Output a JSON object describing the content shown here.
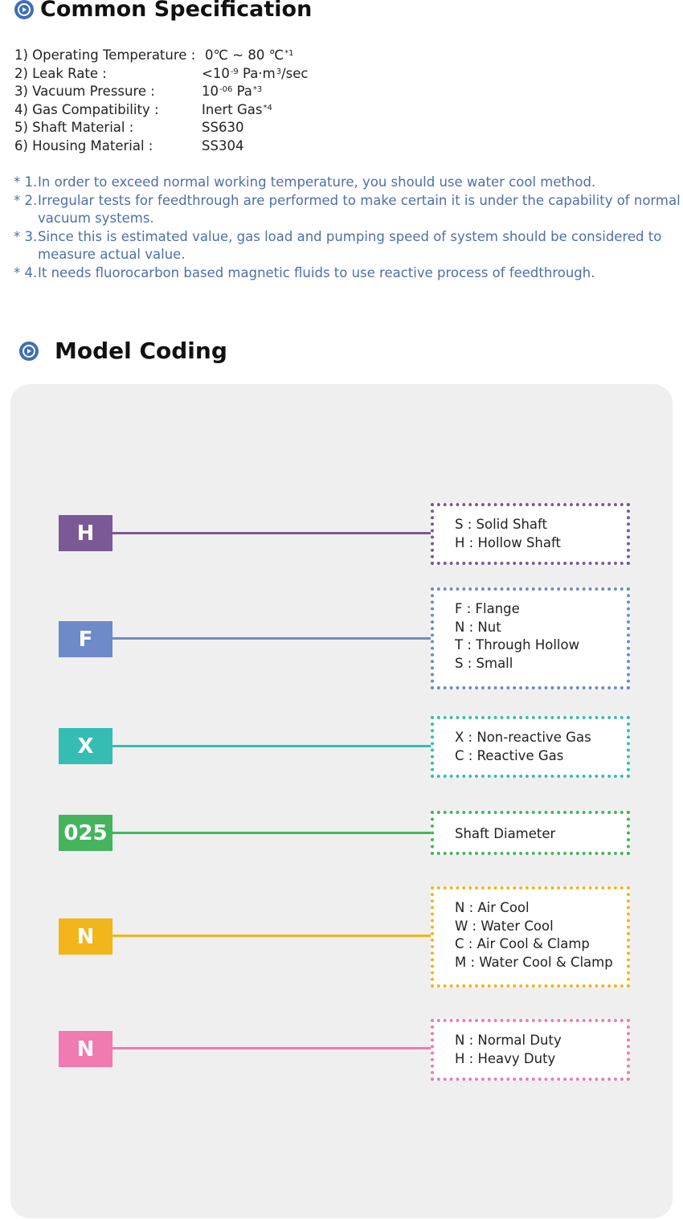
{
  "common_spec": {
    "title": "Common Specification",
    "items": [
      {
        "label": "1) Operating Temperature :",
        "value": "0℃ ~ 80 ℃",
        "sup": "*1"
      },
      {
        "label": "2) Leak Rate :",
        "value_pre": "<10",
        "value_sup": "-9",
        "value_post": " Pa·m",
        "value_sup2": "3",
        "value_end": "/sec"
      },
      {
        "label": "3) Vacuum Pressure :",
        "value_pre": "10",
        "value_sup": "-06",
        "value_post": " Pa",
        "sup": "*3"
      },
      {
        "label": "4) Gas Compatibility :",
        "value": "Inert Gas",
        "sup": "*4"
      },
      {
        "label": "5) Shaft Material :",
        "value": "SS630"
      },
      {
        "label": "6) Housing Material :",
        "value": "SS304"
      }
    ],
    "notes": [
      {
        "mark": "* 1.",
        "text": "In order to exceed normal working temperature, you should use water cool method."
      },
      {
        "mark": "* 2.",
        "text": "Irregular tests for feedthrough are performed to make certain it is under the capability of normal vacuum systems."
      },
      {
        "mark": "* 3.",
        "text": "Since this is estimated value, gas load and pumping speed of system should be considered to measure actual value."
      },
      {
        "mark": "* 4.",
        "text": "It needs fluorocarbon based magnetic fluids to use reactive process of feedthrough."
      }
    ]
  },
  "model_coding": {
    "title": "Model Coding",
    "codes": [
      {
        "code": "H",
        "color": "#7a5996",
        "options": [
          "S : Solid Shaft",
          "H : Hollow Shaft"
        ]
      },
      {
        "code": "F",
        "color": "#6f8ac8",
        "options": [
          "F : Flange",
          "N : Nut",
          "T : Through Hollow",
          "S : Small"
        ]
      },
      {
        "code": "X",
        "color": "#35bdb3",
        "options": [
          "X : Non-reactive Gas",
          "C : Reactive Gas"
        ]
      },
      {
        "code": "025",
        "color": "#45b45d",
        "options": [
          "Shaft Diameter"
        ]
      },
      {
        "code": "N",
        "color": "#f2b51b",
        "options": [
          "N : Air Cool",
          "W : Water Cool",
          "C : Air Cool & Clamp",
          "M : Water Cool  & Clamp"
        ]
      },
      {
        "code": "N",
        "color": "#ef7bb0",
        "options": [
          "N : Normal Duty",
          "H : Heavy Duty"
        ]
      }
    ]
  }
}
